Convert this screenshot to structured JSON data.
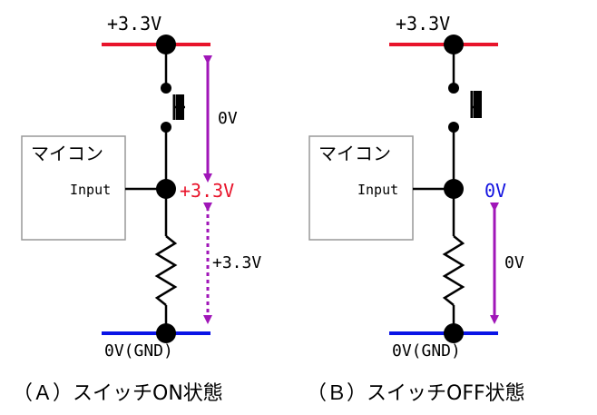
{
  "colors": {
    "supply": "#e8142b",
    "ground": "#0a14e6",
    "arrow": "#a016b8",
    "wire": "#000000",
    "red_text": "#e8142b",
    "blue_text": "#1212e0"
  },
  "circuit_a": {
    "supply_label": "+3.3V",
    "ground_label": "0V(GND)",
    "mcu_label": "マイコン",
    "input_label": "Input",
    "switch_drop_label": "0V",
    "node_voltage_label": "+3.3V",
    "resistor_drop_label": "+3.3V",
    "caption": "（Ａ）スイッチON状態"
  },
  "circuit_b": {
    "supply_label": "+3.3V",
    "ground_label": "0V(GND)",
    "mcu_label": "マイコン",
    "input_label": "Input",
    "node_voltage_label": "0V",
    "resistor_drop_label": "0V",
    "caption": "（Ｂ）スイッチOFF状態"
  }
}
